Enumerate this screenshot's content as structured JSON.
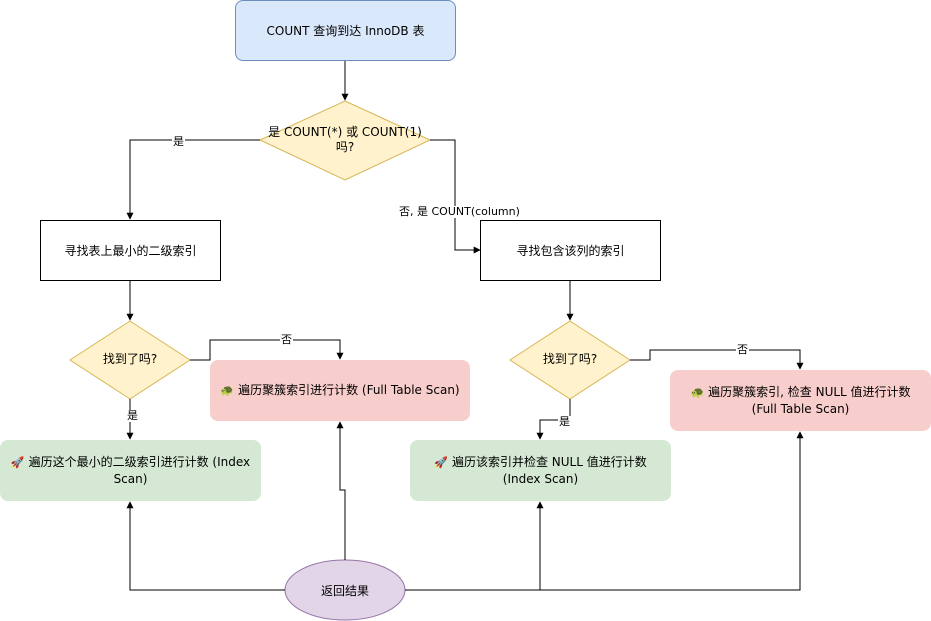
{
  "nodes": {
    "start": "COUNT 查询到达 InnoDB 表",
    "decision_count_type": "是 COUNT(*) 或 COUNT(1) 吗?",
    "find_smallest_index": "寻找表上最小的二级索引",
    "find_column_index": "寻找包含该列的索引",
    "found_left": "找到了吗?",
    "found_right": "找到了吗?",
    "full_scan_left": "遍历聚簇索引进行计数 (Full Table Scan)",
    "full_scan_right": "遍历聚簇索引, 检查 NULL 值进行计数 (Full Table Scan)",
    "index_scan_left": "遍历这个最小的二级索引进行计数 (Index Scan)",
    "index_scan_right": "遍历该索引并检查 NULL 值进行计数 (Index Scan)",
    "result": "返回结果"
  },
  "edge_labels": {
    "yes_top": "是",
    "no_top": "否, 是 COUNT(column)",
    "no_left": "否",
    "yes_left": "是",
    "no_right": "否",
    "yes_right": "是"
  },
  "icons": {
    "full_scan": "turtle-icon",
    "index_scan": "rocket-icon"
  },
  "colors": {
    "start_fill": "#dae8fc",
    "start_border": "#6c8ebf",
    "decision_fill": "#fff2cc",
    "decision_border": "#d6b656",
    "full_scan_fill": "#f8cecc",
    "index_scan_fill": "#d5e8d4",
    "result_fill": "#e1d5e7",
    "result_border": "#9673a6"
  }
}
